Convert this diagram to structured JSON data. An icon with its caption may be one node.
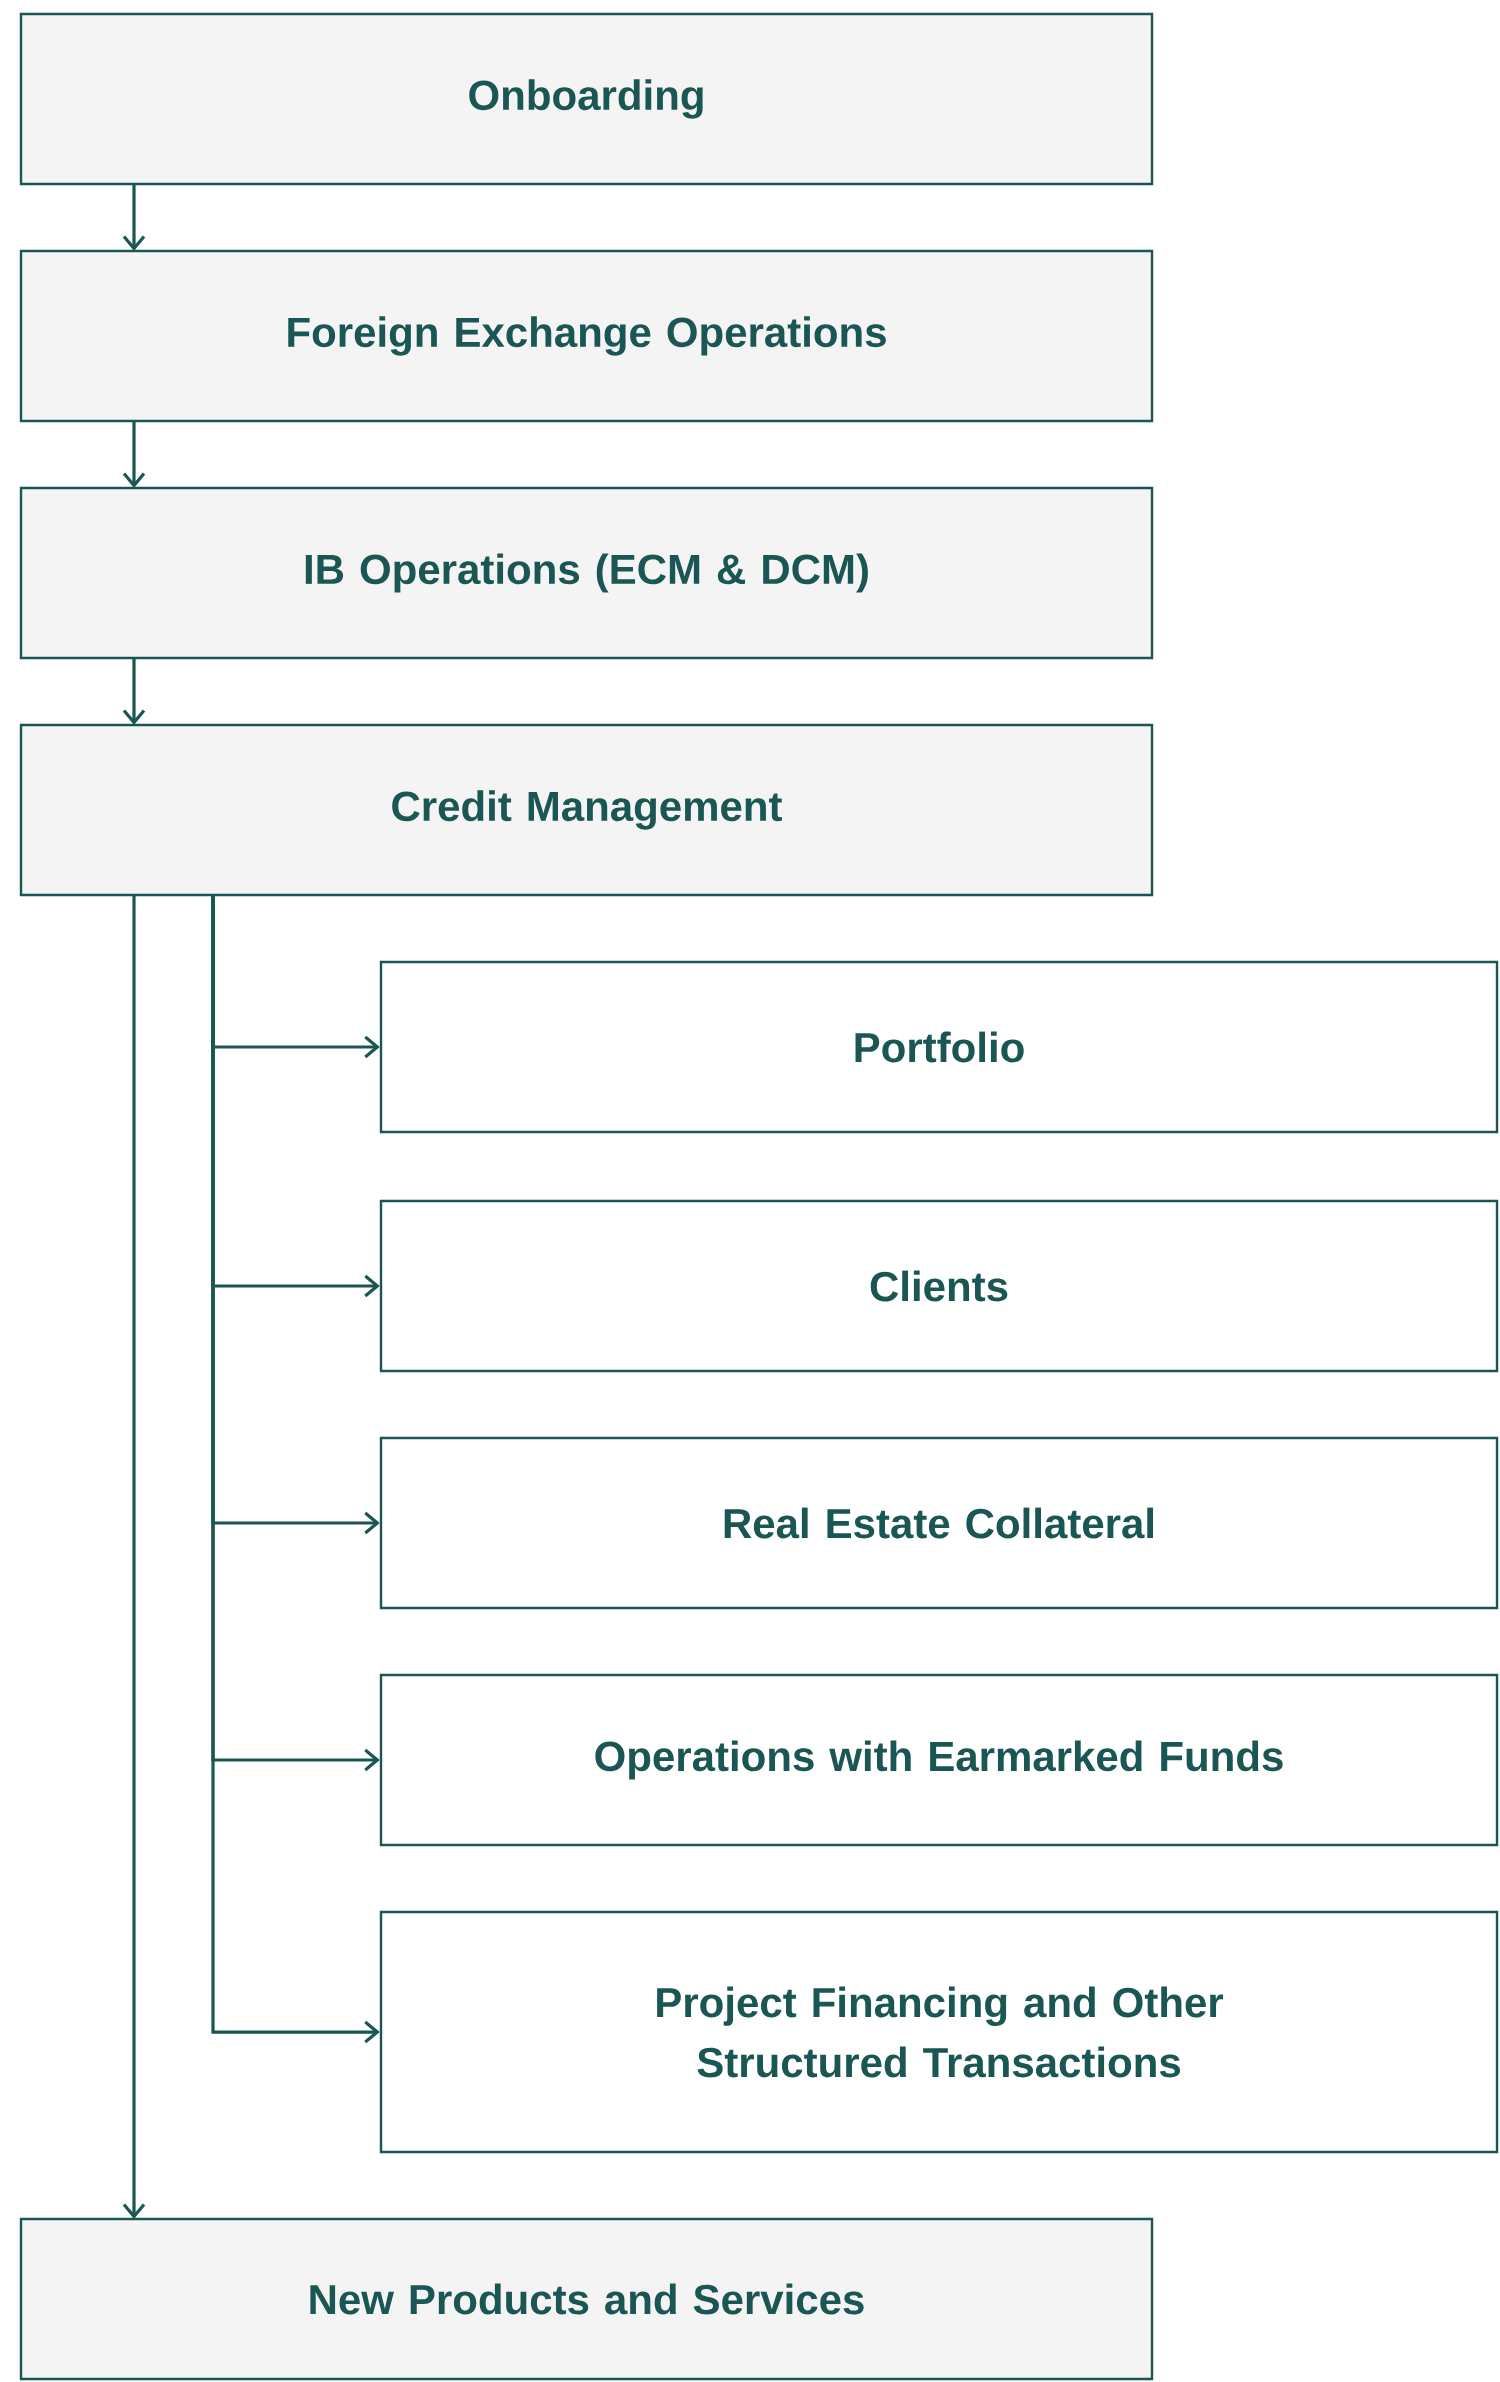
{
  "diagram": {
    "nodes": [
      {
        "text": [
          "Onboarding"
        ]
      },
      {
        "text": [
          "Foreign Exchange Operations"
        ]
      },
      {
        "text": [
          "IB Operations (ECM & DCM)"
        ]
      },
      {
        "text": [
          "Credit Management"
        ]
      },
      {
        "text": [
          "Portfolio"
        ]
      },
      {
        "text": [
          "Clients"
        ]
      },
      {
        "text": [
          "Real Estate Collateral"
        ]
      },
      {
        "text": [
          "Operations with Earmarked Funds"
        ]
      },
      {
        "text": [
          "Project Financing and Other Structured Transactions"
        ]
      },
      {
        "text": [
          "New Products and Services"
        ]
      }
    ],
    "edges": [
      {
        "from": 0,
        "to": 1,
        "arrow": "to"
      },
      {
        "from": 1,
        "to": 2,
        "arrow": "to"
      },
      {
        "from": 2,
        "to": 3,
        "arrow": "to"
      },
      {
        "from": 3,
        "to": 4,
        "arrow": "to"
      },
      {
        "from": 3,
        "to": 5,
        "arrow": "to"
      },
      {
        "from": 3,
        "to": 6,
        "arrow": "to"
      },
      {
        "from": 3,
        "to": 7,
        "arrow": "to"
      },
      {
        "from": 3,
        "to": 8,
        "arrow": "to"
      },
      {
        "from": 3,
        "to": 9,
        "arrow": "to"
      }
    ]
  }
}
